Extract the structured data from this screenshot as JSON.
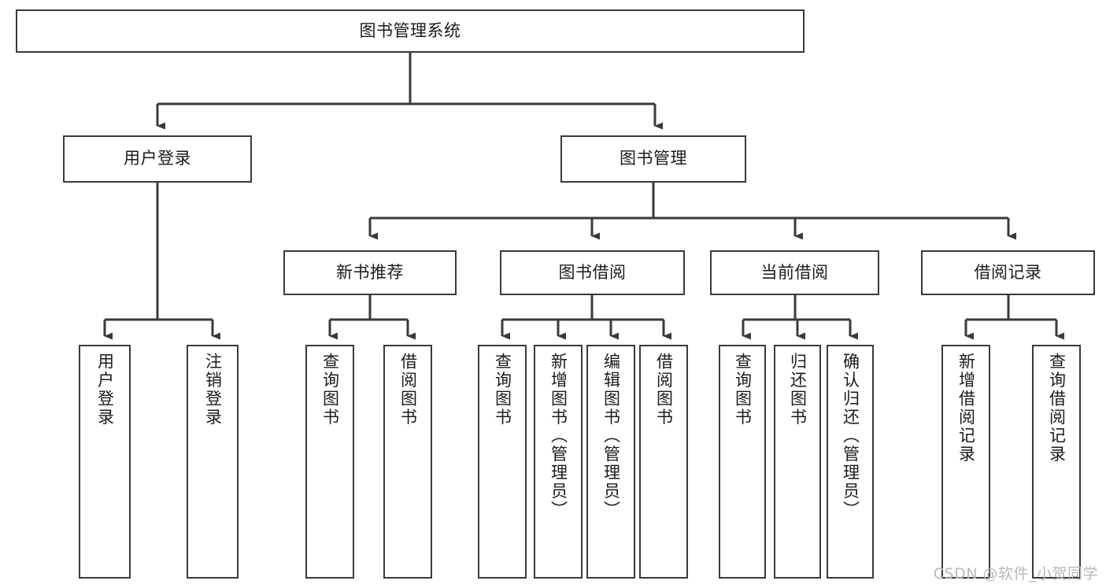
{
  "diagram": {
    "title": "图书管理系统",
    "type": "tree-structure-chart",
    "stroke_color": "#3a3a3a",
    "fill_color": "#ffffff",
    "text_color": "#1b1b1b"
  },
  "root": {
    "label": "图书管理系统"
  },
  "level2": [
    {
      "label": "用户登录"
    },
    {
      "label": "图书管理"
    }
  ],
  "level3": [
    {
      "label": "新书推荐"
    },
    {
      "label": "图书借阅"
    },
    {
      "label": "当前借阅"
    },
    {
      "label": "借阅记录"
    }
  ],
  "leaves": {
    "user_login": [
      {
        "label": "用户登录"
      },
      {
        "label": "注销登录"
      }
    ],
    "new_book_recommend": [
      {
        "label": "查询图书"
      },
      {
        "label": "借阅图书"
      }
    ],
    "book_borrow": [
      {
        "label": "查询图书"
      },
      {
        "label": "新增图书（管理员）"
      },
      {
        "label": "编辑图书（管理员）"
      },
      {
        "label": "借阅图书"
      }
    ],
    "current_borrow": [
      {
        "label": "查询图书"
      },
      {
        "label": "归还图书"
      },
      {
        "label": "确认归还（管理员）"
      }
    ],
    "borrow_record": [
      {
        "label": "新增借阅记录"
      },
      {
        "label": "查询借阅记录"
      }
    ]
  },
  "watermark": {
    "text": "CSDN @软件_小贺同学"
  }
}
